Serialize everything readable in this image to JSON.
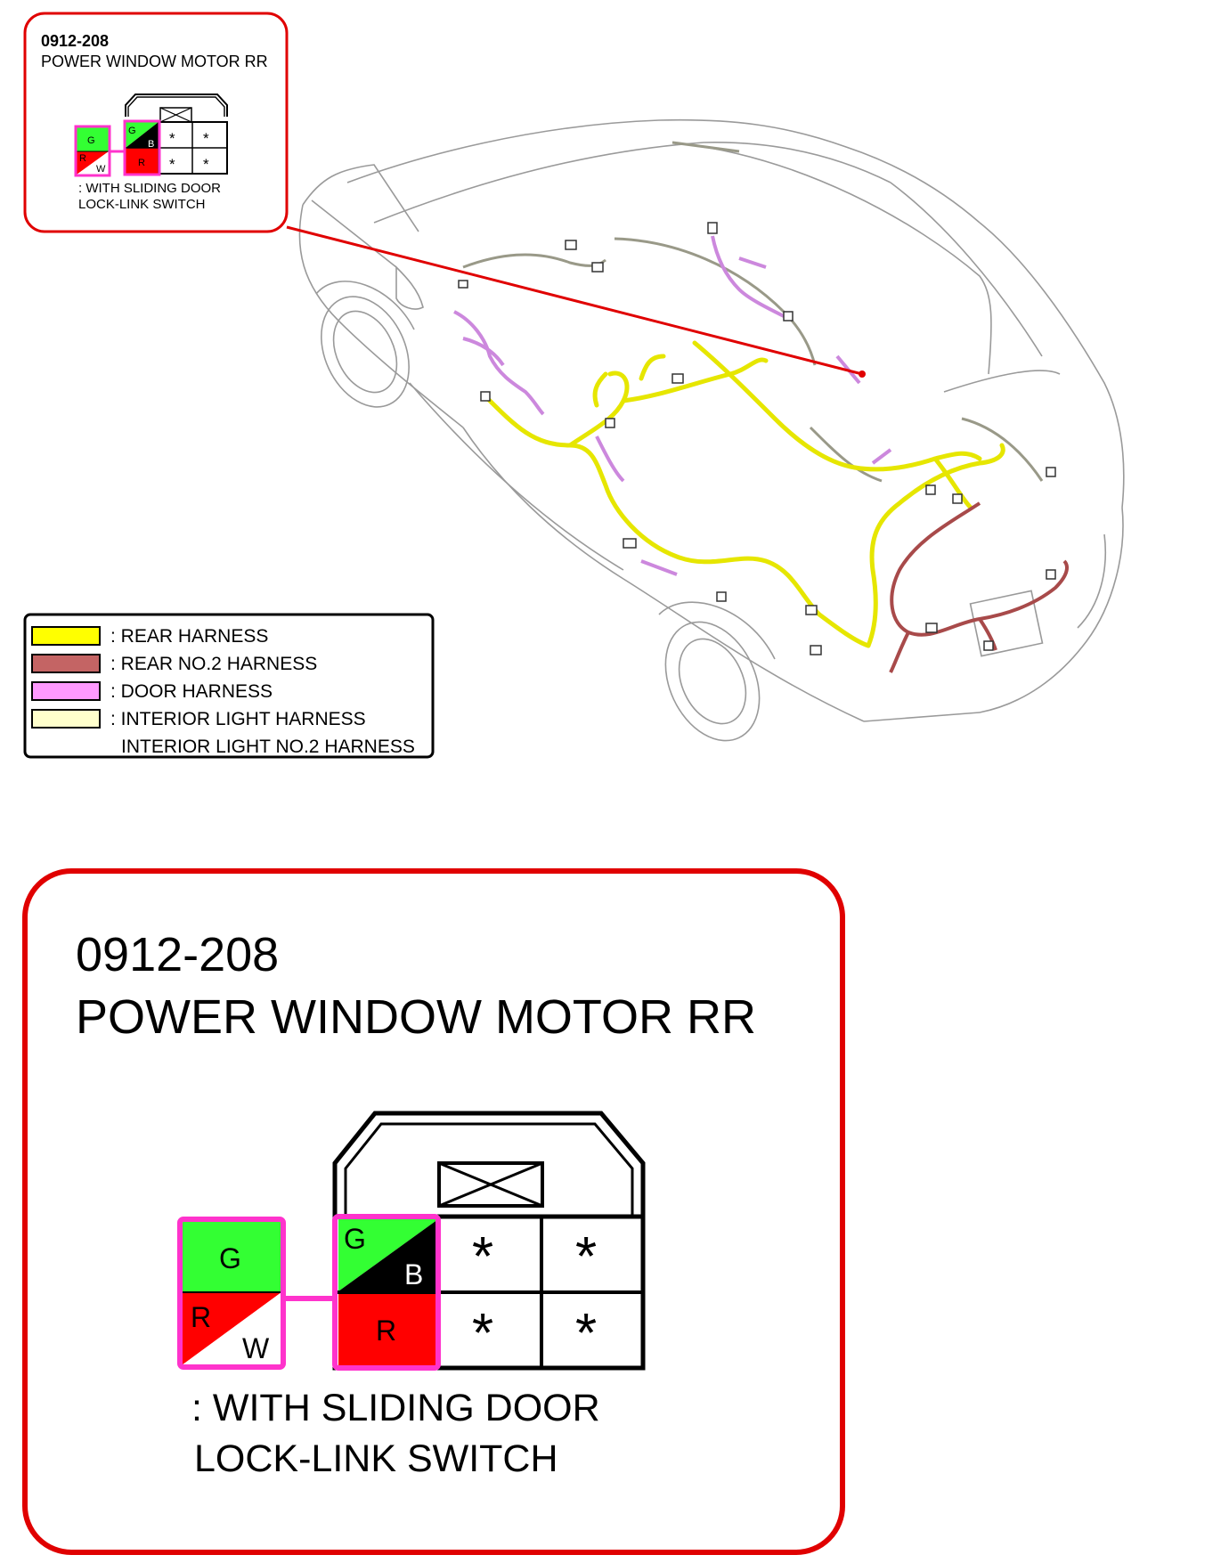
{
  "connector": {
    "code": "0912-208",
    "name": "POWER WINDOW MOTOR RR",
    "note_line1": ": WITH SLIDING DOOR",
    "note_line2": "LOCK-LINK SWITCH",
    "pins": {
      "g": "G",
      "r": "R",
      "w": "W",
      "b": "B",
      "star": "*"
    }
  },
  "legend": {
    "items": [
      {
        "label": ": REAR HARNESS",
        "color": "#ffff00"
      },
      {
        "label": ": REAR NO.2 HARNESS",
        "color": "#c46464"
      },
      {
        "label": ": DOOR HARNESS",
        "color": "#ff99ff"
      },
      {
        "label": ": INTERIOR LIGHT HARNESS",
        "color": "#ffffcc"
      }
    ],
    "extra_label": "INTERIOR LIGHT NO.2 HARNESS"
  },
  "colors": {
    "callout_border": "#e00000",
    "green": "#33ff33",
    "red": "#ff0000",
    "magenta": "#ff33cc",
    "rear_harness": "#e6e600",
    "rear_no2_harness": "#a84a4a",
    "door_harness": "#cc88dd",
    "interior_harness": "#999988"
  }
}
